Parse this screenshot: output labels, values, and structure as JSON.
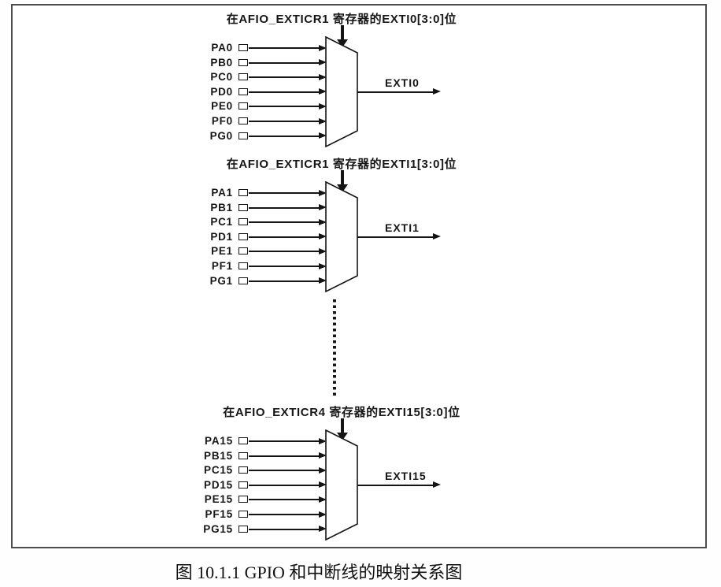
{
  "figure": {
    "caption": "图 10.1.1 GPIO 和中断线的映射关系图",
    "blocks": [
      {
        "title": "在AFIO_EXTICR1 寄存器的EXTI0[3:0]位",
        "inputs": [
          "PA0",
          "PB0",
          "PC0",
          "PD0",
          "PE0",
          "PF0",
          "PG0"
        ],
        "output": "EXTI0"
      },
      {
        "title": "在AFIO_EXTICR1 寄存器的EXTI1[3:0]位",
        "inputs": [
          "PA1",
          "PB1",
          "PC1",
          "PD1",
          "PE1",
          "PF1",
          "PG1"
        ],
        "output": "EXTI1"
      },
      {
        "title": "在AFIO_EXTICR4 寄存器的EXTI15[3:0]位",
        "inputs": [
          "PA15",
          "PB15",
          "PC15",
          "PD15",
          "PE15",
          "PF15",
          "PG15"
        ],
        "output": "EXTI15"
      }
    ],
    "colors": {
      "line": "#141414",
      "border": "#4d4d4d",
      "background": "#ffffff"
    }
  }
}
